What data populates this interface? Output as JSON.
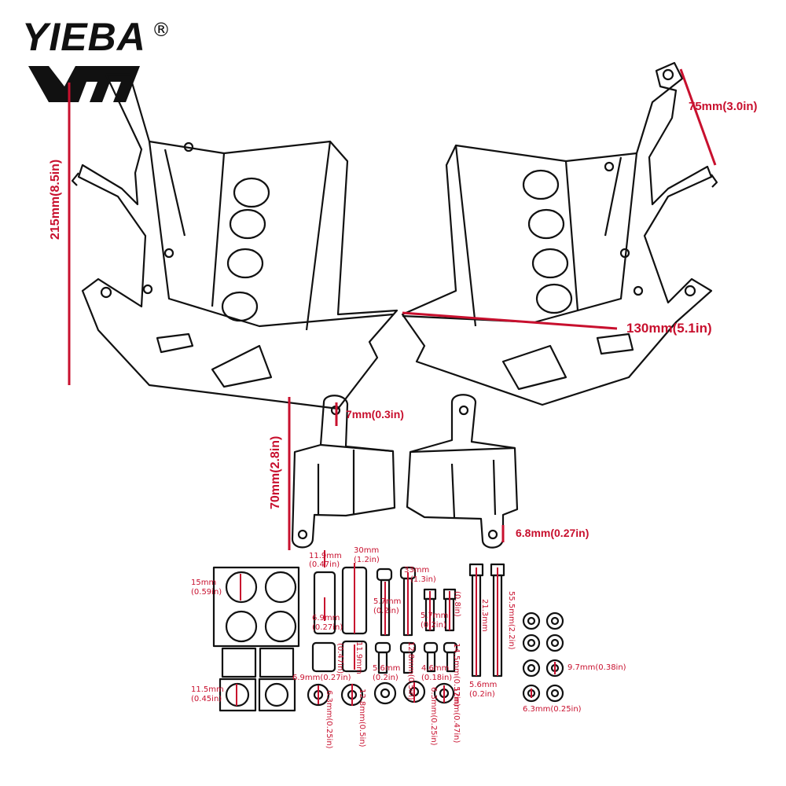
{
  "brand": {
    "name": "YIEBA",
    "mark": "®",
    "logo": "ym-logo-icon"
  },
  "colors": {
    "dimension": "#c8102e",
    "line_art": "#111111",
    "background": "#ffffff"
  },
  "dimensions": {
    "height_total": "215mm(8.5in)",
    "bracket_width": "75mm(3.0in)",
    "guard_width": "130mm(5.1in)",
    "small_guard_height": "70mm(2.8in)",
    "hole_small_guard": "7mm(0.3in)",
    "hole_bottom_tab": "6.8mm(0.27in)"
  },
  "hardware": {
    "pads_large_a": "15mm",
    "pads_large_b": "(0.59in)",
    "pads_small_a": "11.5mm",
    "pads_small_b": "(0.45in)",
    "spacer_top_a": "11.9mm",
    "spacer_top_b": "(0.47in)",
    "spacer_len_a": "30mm",
    "spacer_len_b": "(1.2in)",
    "spacer_id_a": "6.9mm",
    "spacer_id_b": "(0.27in)",
    "spacer_short": "(0.47in)",
    "spacer_short_id": "6.9mm(0.27in)",
    "spacer_short_len": "11.9mm",
    "bolt_33_a": "33mm",
    "bolt_33_b": "(1.3in)",
    "bolt_head_a": "5.7mm",
    "bolt_head_b": "(0.2in)",
    "bolt_small_a": "5.7mm",
    "bolt_small_b": "(0.2in)",
    "bolt_small_len": "(0.8in)",
    "bolt_56_a": "5.6mm",
    "bolt_56_b": "(0.2in)",
    "bolt_128": "12.8mm(0.5in)",
    "bolt_46_a": "4.6mm",
    "bolt_46_b": "(0.18in)",
    "bolt_145": "14.5mm(0.57in)",
    "bolt_long_a": "21.3mm",
    "bolt_long_b": "55.5mm(2.2in)",
    "bolt_long_head_a": "5.6mm",
    "bolt_long_head_b": "(0.2in)",
    "washer_a": "6.3mm(0.25in)",
    "washer_b": "12.8mm(0.5in)",
    "washer_c": "6.3mm(0.25in)",
    "washer_d": "12mm(0.47in)",
    "lock_washer_a": "9.7mm(0.38in)",
    "lock_washer_b": "6.3mm(0.25in)"
  }
}
